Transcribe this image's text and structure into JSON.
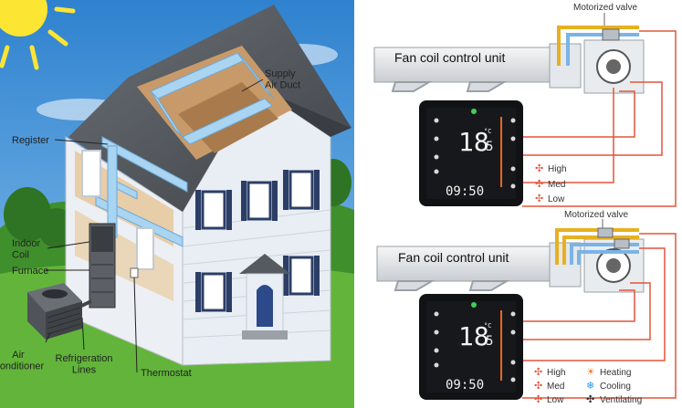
{
  "house": {
    "labels": {
      "supply_air_duct": "Supply\nAir Duct",
      "register": "Register",
      "indoor_coil": "Indoor\nCoil",
      "furnace": "Furnace",
      "air_conditioner": "Air\nConditioner",
      "refrigeration_lines": "Refrigeration\nLines",
      "thermostat": "Thermostat"
    }
  },
  "top_unit": {
    "valve_label": "Motorized valve",
    "unit_label": "Fan coil control unit",
    "display_temp": "18",
    "display_unit": "°C",
    "display_decimal": "5",
    "display_time": "09:50",
    "fan_speeds": [
      "High",
      "Med",
      "Low"
    ]
  },
  "bottom_unit": {
    "valve_label": "Motorized valve",
    "unit_label": "Fan coil control unit",
    "display_temp": "18",
    "display_unit": "°C",
    "display_decimal": "5",
    "display_time": "09:50",
    "fan_speeds": [
      "High",
      "Med",
      "Low"
    ],
    "modes": [
      "Heating",
      "Cooling",
      "Ventilating"
    ]
  },
  "colors": {
    "sky": "#3d8fd6",
    "grass": "#62b53a",
    "roof": "#555a60",
    "siding": "#e9eef4",
    "window_frame": "#2c3e66",
    "pipe_red": "#e2553c",
    "pipe_yellow": "#e8b020",
    "pipe_blue": "#7ab4e6",
    "thermostat_bg": "#111214",
    "fan_red": "#e2553c",
    "cooling_blue": "#2e98e0"
  }
}
